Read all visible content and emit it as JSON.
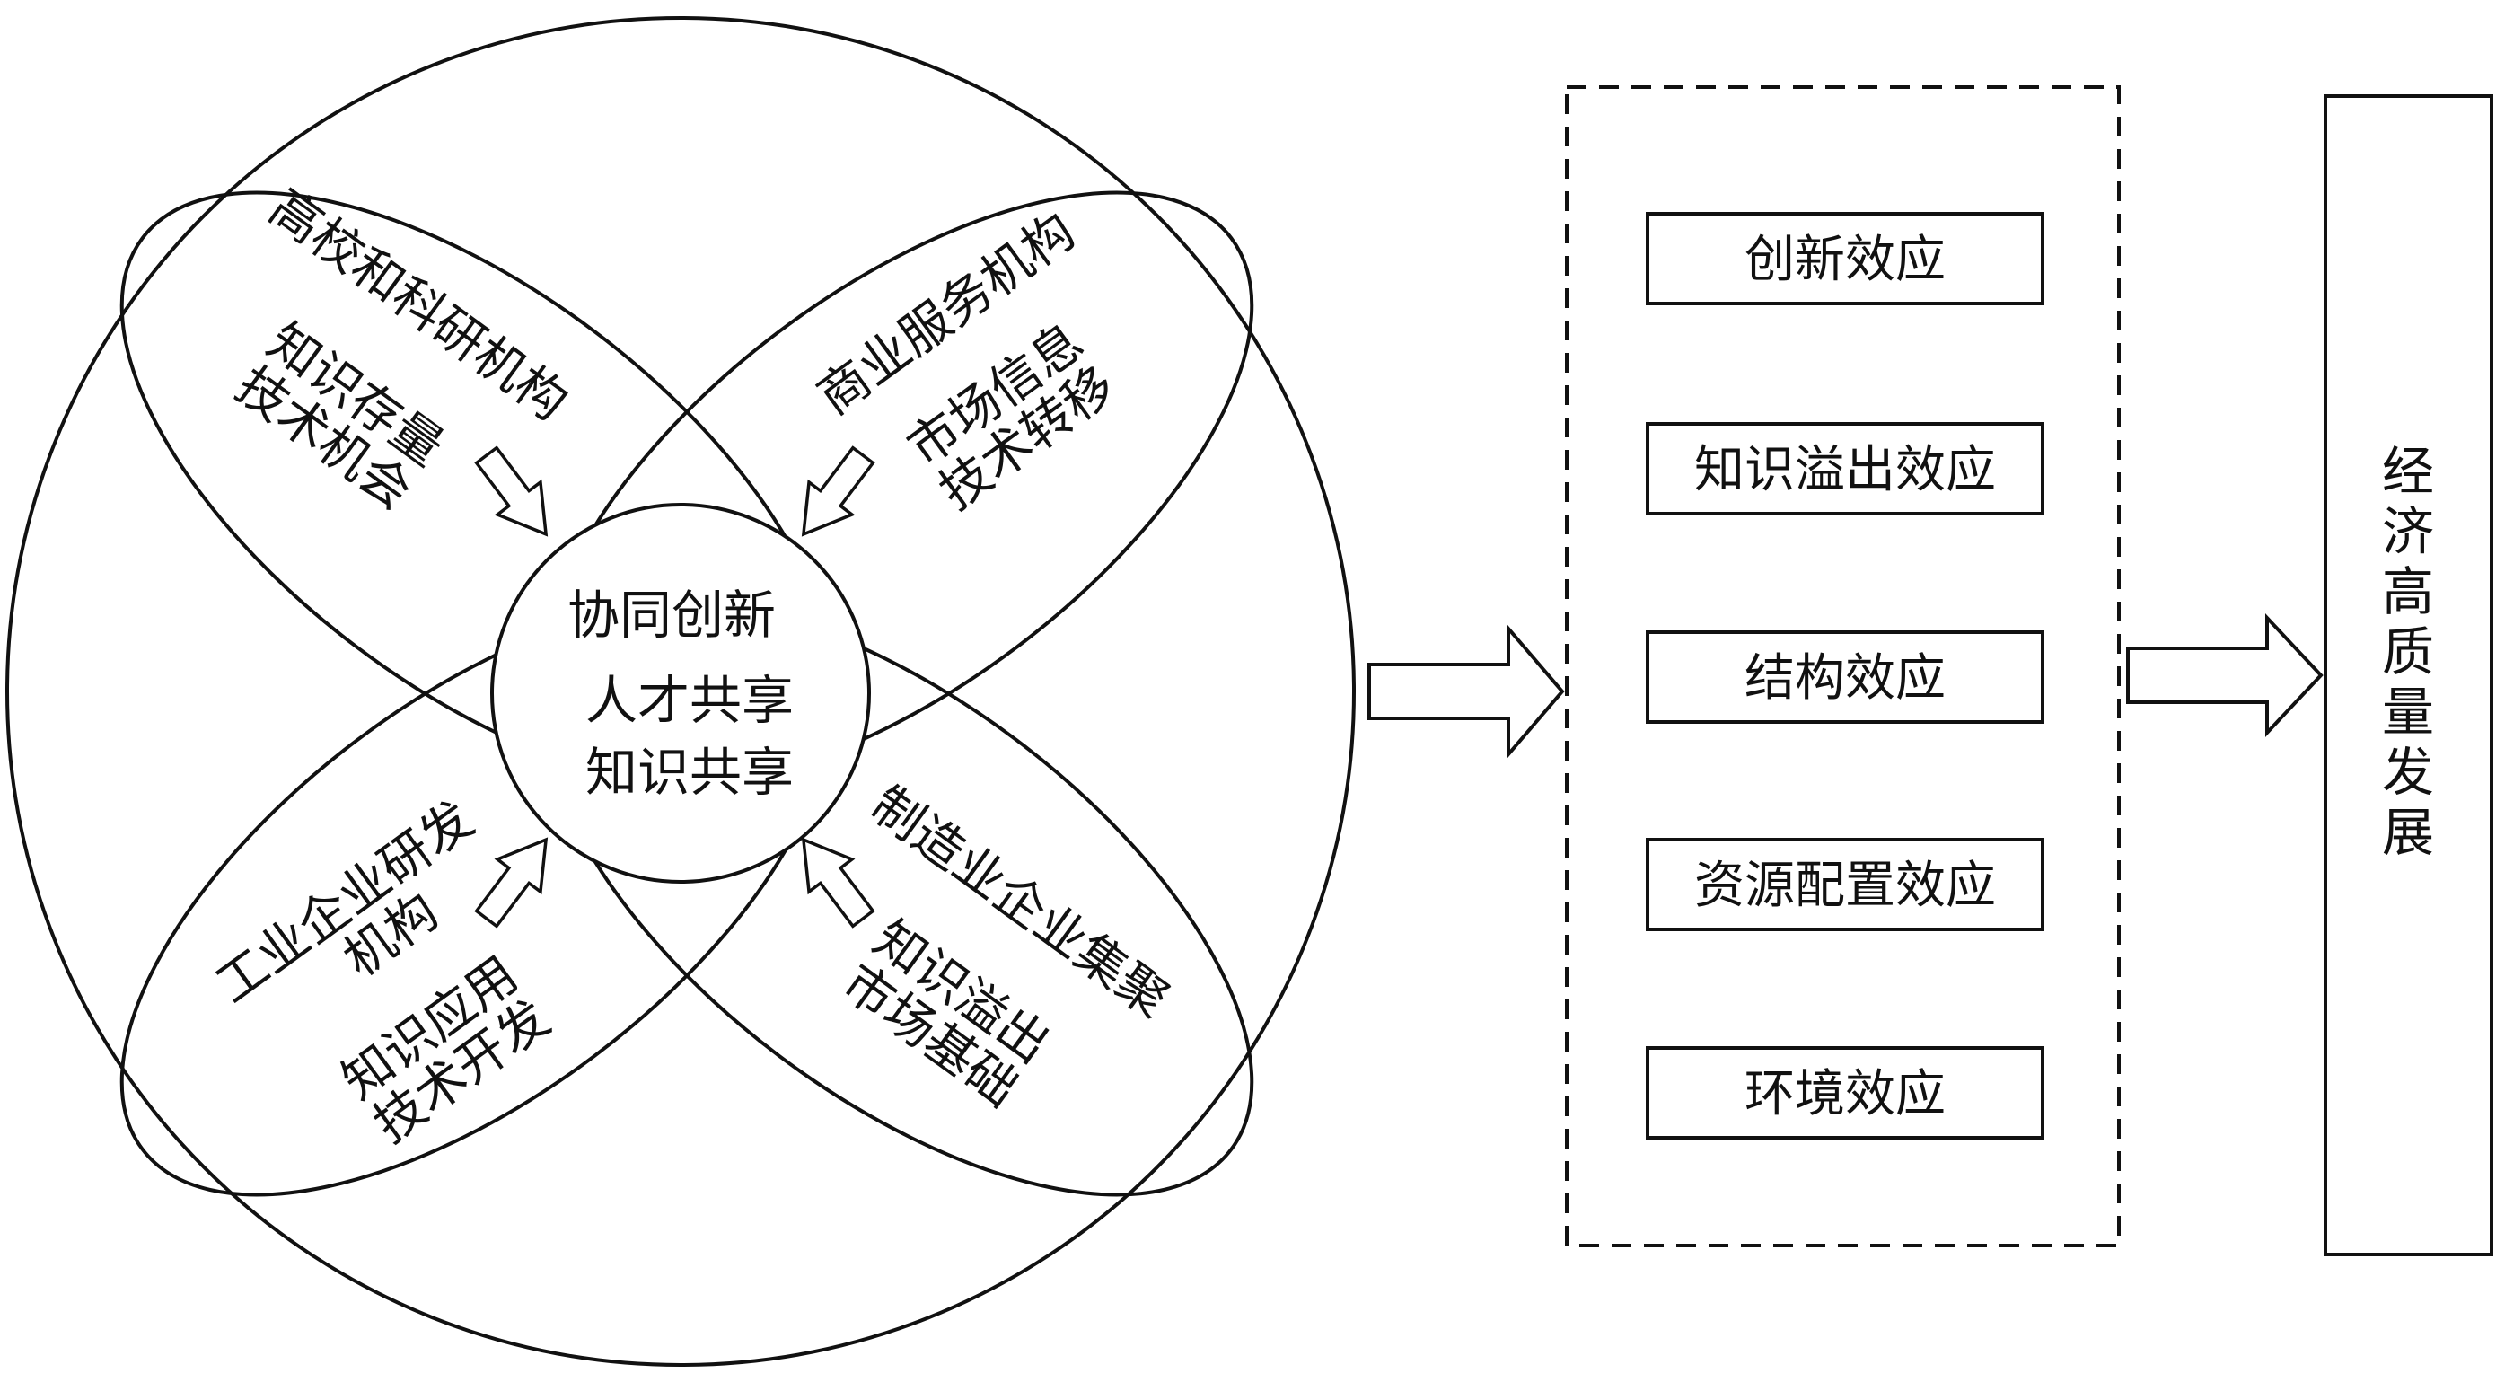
{
  "diagram": {
    "center": {
      "line1": "协同创新",
      "line2": "人才共享",
      "line3": "知识共享"
    },
    "petals": {
      "top_left": {
        "title": "高校和科研机构",
        "line1": "知识存量",
        "line2": "技术机会"
      },
      "top_right": {
        "title": "商业服务机构",
        "line1": "市场信息",
        "line2": "技术转移"
      },
      "bottom_left": {
        "title_line1": "工业企业研发",
        "title_line2": "机构",
        "line1": "知识应用",
        "line2": "技术开发"
      },
      "bottom_right": {
        "title": "制造业企业集聚",
        "line1": "知识溢出",
        "line2": "市场基础"
      }
    },
    "effects": [
      "创新效应",
      "知识溢出效应",
      "结构效应",
      "资源配置效应",
      "环境效应"
    ],
    "outcome": [
      "经",
      "济",
      "高",
      "质",
      "量",
      "发",
      "展"
    ]
  }
}
